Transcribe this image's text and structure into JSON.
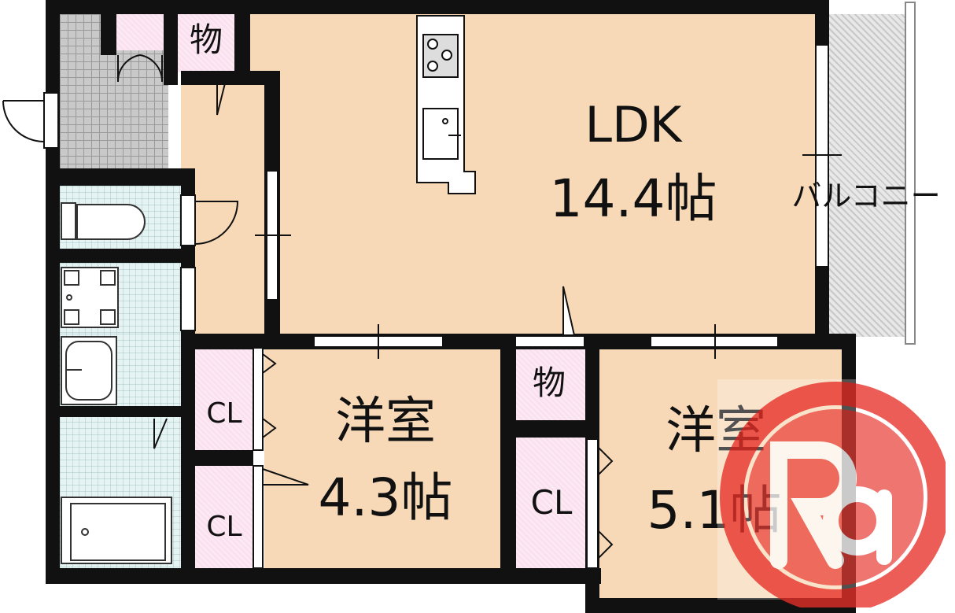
{
  "rooms": {
    "ldk": {
      "name": "LDK",
      "size": "14.4帖"
    },
    "bedroom1": {
      "name": "洋室",
      "size": "4.3帖"
    },
    "bedroom2": {
      "name": "洋室",
      "size": "5.1帖"
    },
    "balcony": {
      "name": "バルコニー"
    }
  },
  "storage": {
    "top": "物",
    "middle": "物",
    "cl_1": "CL",
    "cl_2": "CL",
    "cl_3": "CL"
  },
  "colors": {
    "room_fill": "#f7d9b7",
    "storage_fill": "#fbe0ef",
    "wet_area_fill": "#e6f3f3",
    "entrance_fill": "#c9c9c9",
    "wall": "#111111",
    "watermark": "#e8302a"
  },
  "watermark": {
    "logo_name": "Ra-logo-icon"
  }
}
